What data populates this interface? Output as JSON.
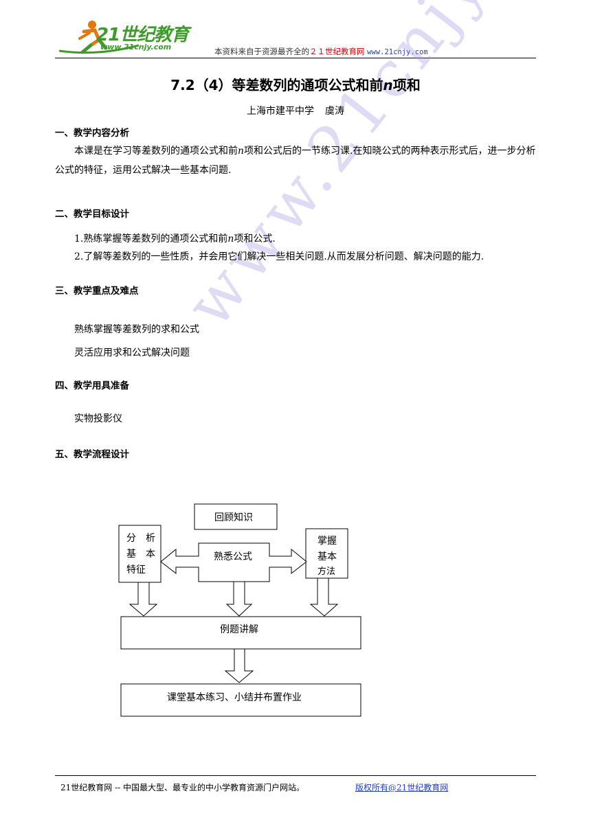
{
  "header": {
    "logo_text": "21世纪教育",
    "logo_url": "www.21cnjy.com",
    "note_prefix": "本资料来自于资源最齐全的",
    "note_brand": "２１世纪教育网",
    "note_url": "www.21cnjy.com"
  },
  "title": {
    "prefix": "7.2（4）等差数列的通项公式和前",
    "var": "n",
    "suffix": "项和"
  },
  "author": {
    "school": "上海市建平中学",
    "name": "虞涛"
  },
  "sections": {
    "s1": {
      "heading": "一、教学内容分析",
      "p1_a": "本课是在学习等差数列的通项公式和前",
      "p1_var": "n",
      "p1_b": "项和公式后的一节练习课.在知晓公式的两种表示形式后，进一步分析公式的特征，运用公式解决一些基本问题."
    },
    "s2": {
      "heading": "二、教学目标设计",
      "item1_a": "1.熟练掌握等差数列的通项公式和前",
      "item1_var": "n",
      "item1_b": "项和公式.",
      "item2": "2.了解等差数列的一些性质，并会用它们解决一些相关问题.从而发展分析问题、解决问题的能力."
    },
    "s3": {
      "heading": "三、教学重点及难点",
      "line1": "熟练掌握等差数列的求和公式",
      "line2": "灵活应用求和公式解决问题"
    },
    "s4": {
      "heading": "四、教学用具准备",
      "line1": "实物投影仪"
    },
    "s5": {
      "heading": "五、教学流程设计"
    }
  },
  "watermark": "www.21cnjy.com",
  "flowchart": {
    "review": "回顾知识",
    "familiar": "熟悉公式",
    "analyze": [
      "分　析",
      "基　本",
      "特征"
    ],
    "master": [
      "掌握",
      "基本",
      "方法"
    ],
    "example": "例题讲解",
    "practice": "课堂基本练习、小结并布置作业"
  },
  "footer": {
    "left": "21世纪教育网 -- 中国最大型、最专业的中小学教育资源门户网站。",
    "right": "版权所有@21世纪教育网"
  },
  "colors": {
    "logo_green": "#3e9b2a",
    "brand_red": "#d40000",
    "link_blue": "#1f3fbf",
    "watermark": "#a08ce1"
  }
}
